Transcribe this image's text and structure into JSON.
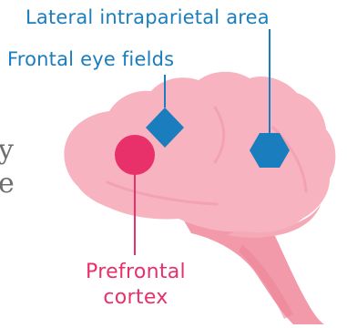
{
  "labels": {
    "lateral_intraparietal_area": "Lateral intraparietal area",
    "frontal_eye_fields": "Frontal eye fields",
    "prefrontal_cortex_line1": "Prefrontal",
    "prefrontal_cortex_line2": "cortex"
  },
  "cropped_text": {
    "line1": "y",
    "line2": "e"
  },
  "colors": {
    "blue_marker": "#1a7dbd",
    "pink_marker": "#e8306b",
    "brain_fill": "#f7b3bf",
    "brain_stem": "#f29aaa",
    "gray_text": "#6e6e6e"
  },
  "markers": [
    {
      "region": "frontal-eye-fields",
      "shape": "diamond"
    },
    {
      "region": "lateral-intraparietal-area",
      "shape": "hexagon"
    },
    {
      "region": "prefrontal-cortex",
      "shape": "circle"
    }
  ]
}
